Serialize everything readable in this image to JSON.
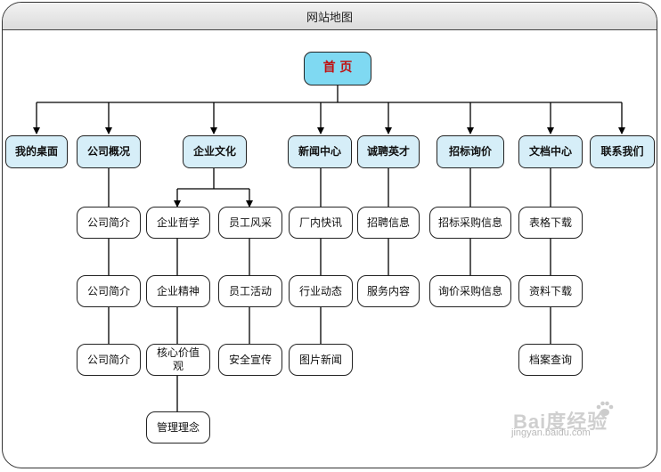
{
  "window": {
    "title": "网站地图"
  },
  "root": {
    "label": "首 页"
  },
  "categories": [
    {
      "id": "desktop",
      "label": "我的桌面"
    },
    {
      "id": "overview",
      "label": "公司概况"
    },
    {
      "id": "culture",
      "label": "企业文化"
    },
    {
      "id": "news",
      "label": "新闻中心"
    },
    {
      "id": "recruit",
      "label": "诚聘英才"
    },
    {
      "id": "bidding",
      "label": "招标询价"
    },
    {
      "id": "docs",
      "label": "文档中心"
    },
    {
      "id": "contact",
      "label": "联系我们"
    }
  ],
  "overview_items": [
    "公司简介",
    "公司简介",
    "公司简介"
  ],
  "culture": {
    "philosophy": {
      "label": "企业哲学",
      "items": [
        "企业精神",
        "核心价值观",
        "管理理念"
      ]
    },
    "staff": {
      "label": "员工风采",
      "items": [
        "员工活动",
        "安全宣传"
      ]
    }
  },
  "news_items": [
    "厂内快讯",
    "行业动态",
    "图片新闻"
  ],
  "recruit_items": [
    "招聘信息",
    "服务内容"
  ],
  "bidding_items": [
    "招标采购信息",
    "询价采购信息"
  ],
  "docs_items": [
    "表格下载",
    "资料下载",
    "档案查询"
  ],
  "watermark": {
    "main": "Bai度经验",
    "sub": "jingyan.baidu.com"
  },
  "colors": {
    "root_fill": "#7fd9f2",
    "category_fill": "#d6eef8",
    "root_text": "#c01010",
    "line": "#000000"
  }
}
